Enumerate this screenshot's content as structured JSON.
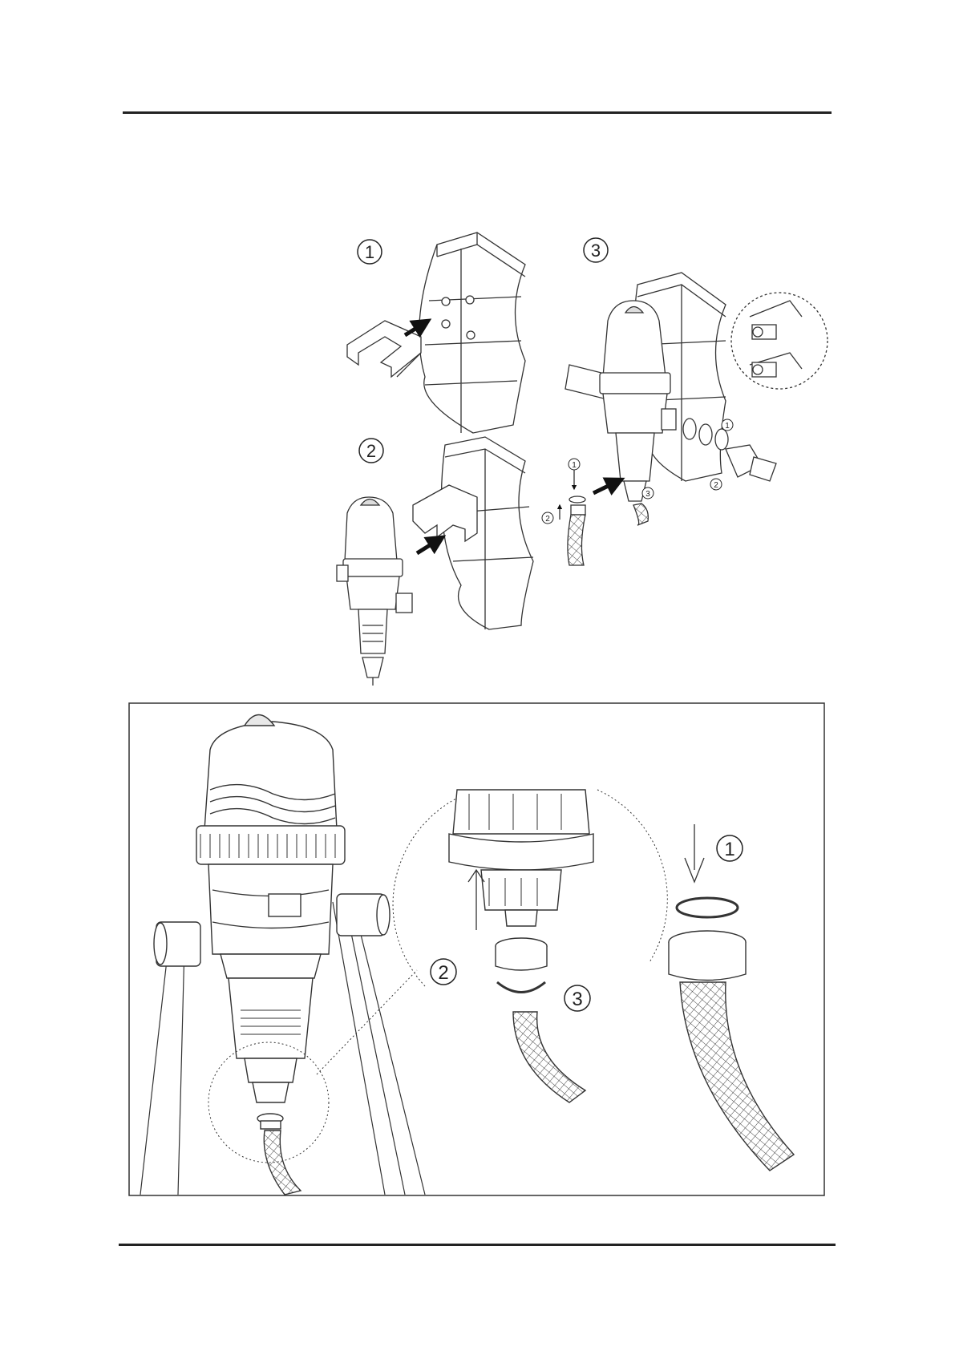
{
  "page": {
    "background": "#ffffff",
    "line_color": "#222222"
  },
  "figure_top": {
    "step_labels": [
      "1",
      "2",
      "3"
    ],
    "hose_detail_labels": [
      "1",
      "2",
      "3"
    ],
    "union_detail_labels": [
      "1",
      "2"
    ]
  },
  "figure_bottom": {
    "step_labels": [
      "1",
      "2",
      "3"
    ]
  }
}
